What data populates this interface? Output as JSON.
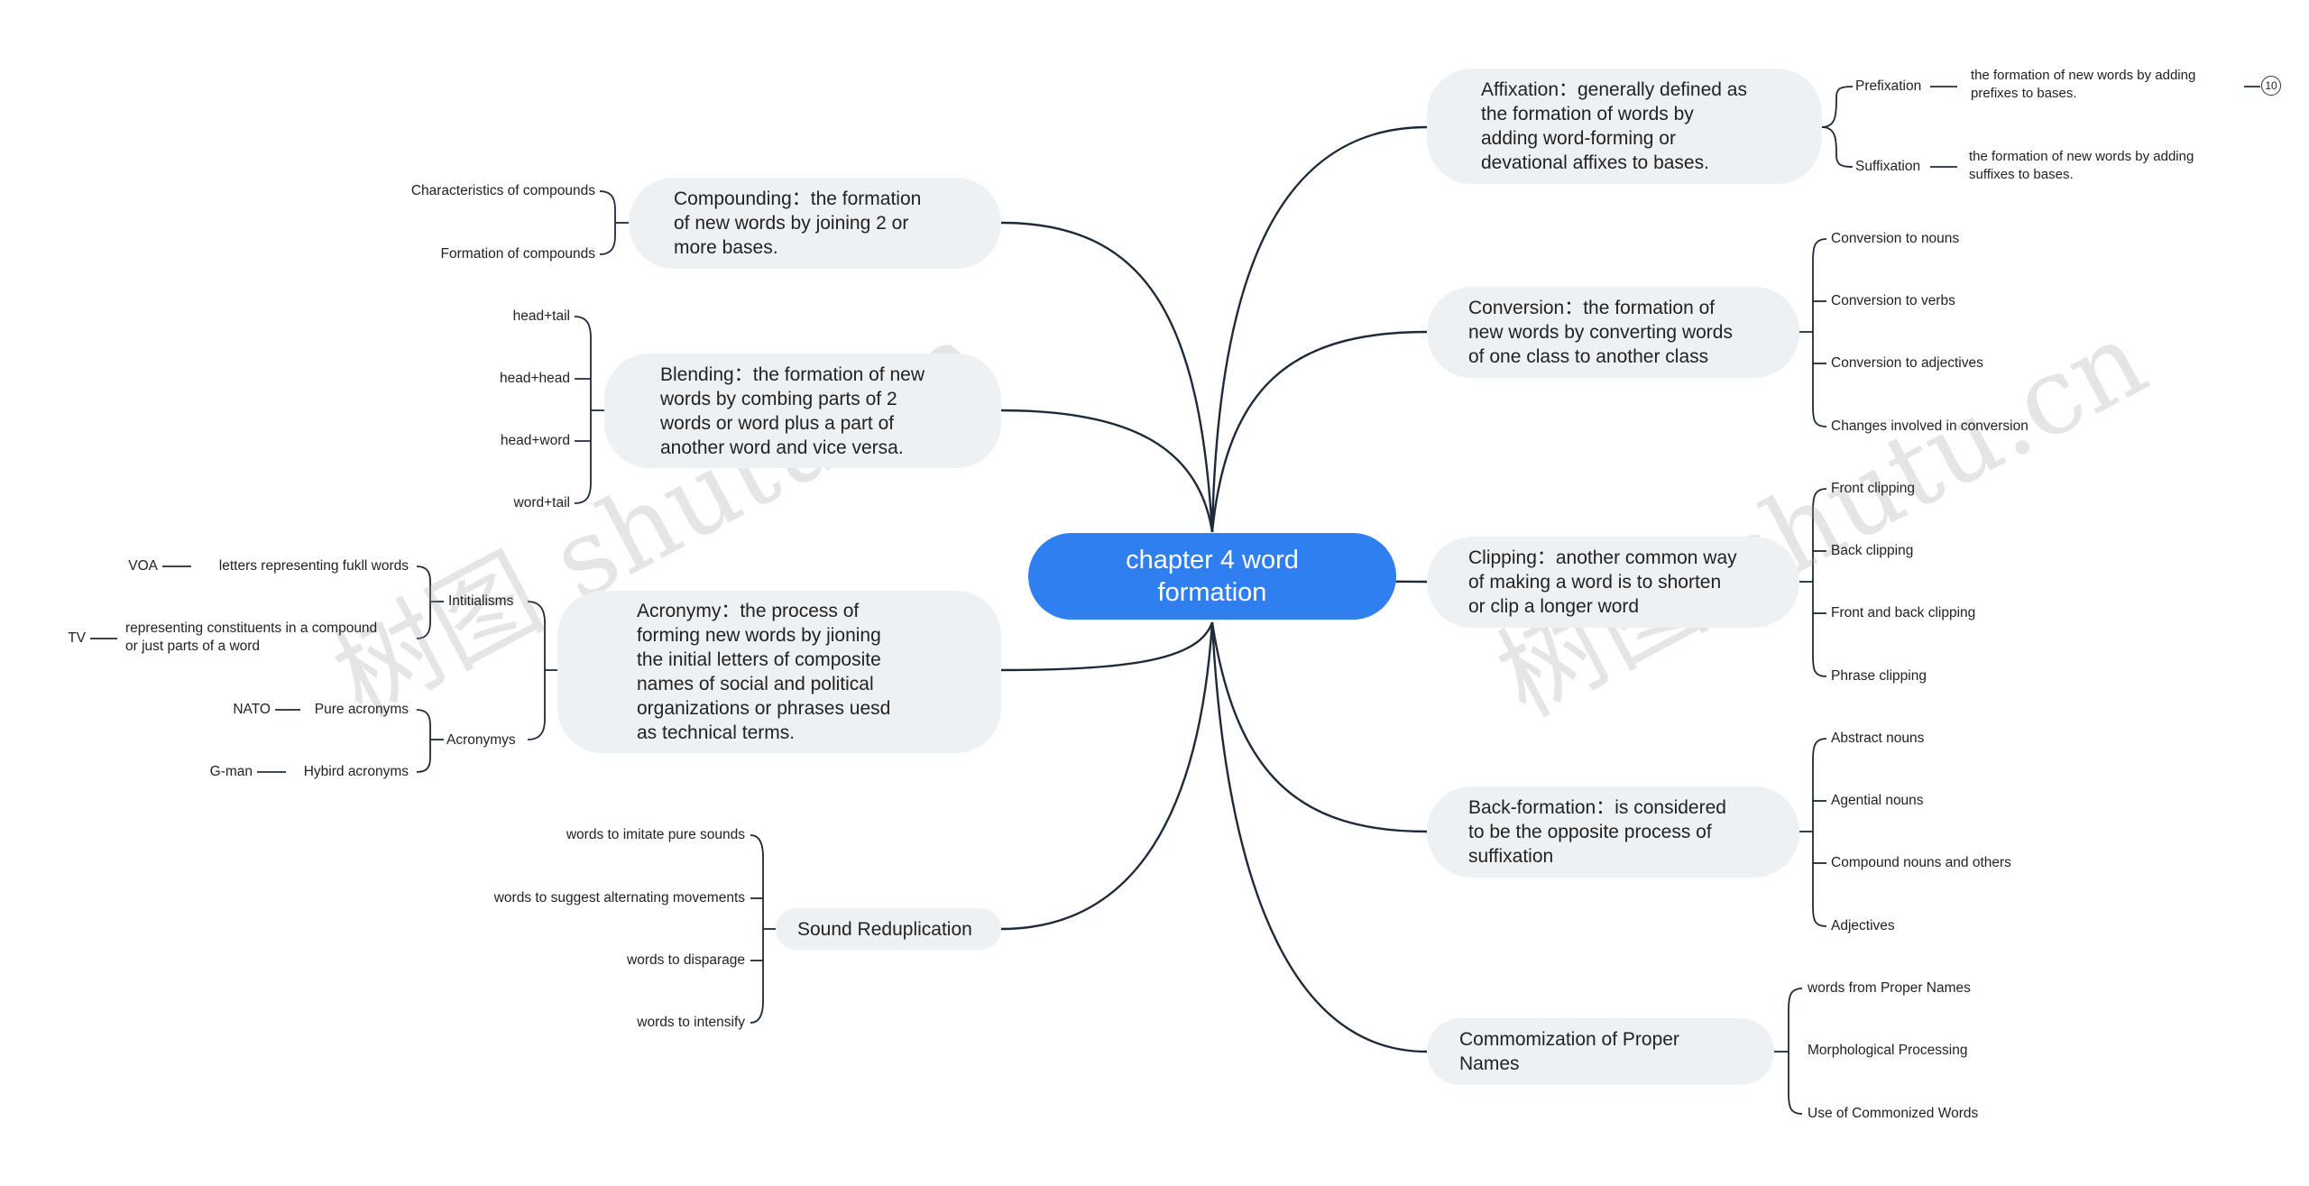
{
  "watermark": "树图 shutu.cn",
  "central_topic": "chapter 4 word formation",
  "right": {
    "affixation": {
      "label": "Affixation：generally defined as\nthe formation of words by\nadding word-forming or\ndevational affixes to bases.",
      "prefixation": "Prefixation",
      "prefixation_desc": "the formation of new words by adding\nprefixes to bases.",
      "prefixation_badge": "10",
      "suffixation": "Suffixation",
      "suffixation_desc": "the formation of new words by adding\nsuffixes to bases."
    },
    "conversion": {
      "label": "Conversion：the formation of\nnew words by converting words\n of one class to another class",
      "items": [
        "Conversion to nouns",
        "Conversion to verbs",
        "Conversion to adjectives",
        "Changes involved in conversion"
      ]
    },
    "clipping": {
      "label": "Clipping：another common way\n of making a word is to shorten\nor clip a longer word",
      "items": [
        "Front clipping",
        "Back clipping",
        "Front and back clipping",
        "Phrase clipping"
      ]
    },
    "back_formation": {
      "label": "Back-formation：is considered\nto be the opposite process of\nsuffixation",
      "items": [
        "Abstract nouns",
        "Agential nouns",
        "Compound nouns and others",
        "Adjectives"
      ]
    },
    "commonization": {
      "label": "Commomization of Proper\nNames",
      "items": [
        "words from Proper Names",
        "Morphological Processing",
        "Use of Commonized Words"
      ]
    }
  },
  "left": {
    "compounding": {
      "label": "Compounding：the formation\nof new words by joining 2 or\nmore bases.",
      "items": [
        "Characteristics of compounds",
        "Formation of compounds"
      ]
    },
    "blending": {
      "label": "Blending：the formation of new\n words by combing parts of 2\nwords or word plus a part of\nanother word and vice versa.",
      "items": [
        "head+tail",
        "head+head",
        "head+word",
        "word+tail"
      ]
    },
    "acronymy": {
      "label": "Acronymy：the process of\nforming new words by jioning\nthe initial letters of composite\nnames of social and political\norganizations or phrases uesd\nas technical terms.",
      "initialisms": "Intitialisms",
      "initialisms_items": [
        "letters representing fukll words",
        "representing constituents in a compound\n or just parts of a word"
      ],
      "initialisms_examples": [
        "VOA",
        "TV"
      ],
      "acronyms": "Acronymys",
      "acronyms_items": [
        "Pure acronyms",
        "Hybird acronyms"
      ],
      "acronyms_examples": [
        "NATO",
        "G-man"
      ]
    },
    "sound_reduplication": {
      "label": "Sound Reduplication",
      "items": [
        "words to imitate pure sounds",
        "words to suggest alternating movements",
        "words to disparage",
        "words to intensify"
      ]
    }
  }
}
